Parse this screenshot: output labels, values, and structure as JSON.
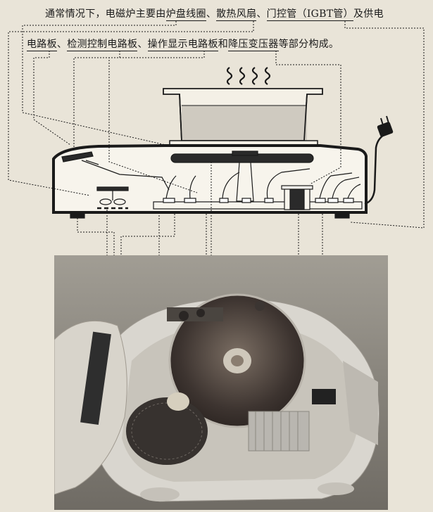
{
  "caption": {
    "prefix": "通常情况下，电磁炉主要由",
    "coil": "炉盘线圈",
    "sep1": "、",
    "fan": "散热风扇",
    "sep2": "、",
    "igbt": "门控管（IGBT管）",
    "mid": "及供电",
    "power_board": "电路板",
    "sep3": "、",
    "detect_board": "检测控制电路板",
    "sep4": "、",
    "display_board": "操作显示电路板",
    "and": "和",
    "transformer": "降压变压器",
    "suffix": "等部分构成。"
  },
  "colors": {
    "page": "#e9e4d8",
    "ink": "#1a1a1a",
    "photo_bg": "#8d8a83"
  }
}
